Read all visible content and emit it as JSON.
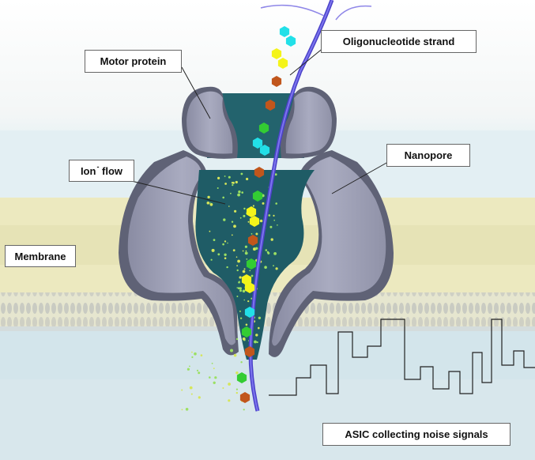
{
  "labels": {
    "motor_protein": "Motor protein",
    "oligonucleotide_strand": "Oligonucleotide strand",
    "nanopore": "Nanopore",
    "ion_flow": "Ion",
    "ion_flow_superscript": "-",
    "ion_flow_suffix": " flow",
    "membrane": "Membrane",
    "asic": "ASIC collecting noise signals"
  },
  "colors": {
    "membrane_band": "#ece9bf",
    "water_band": "#dcebf2",
    "protein_body": "#9ea0b6",
    "protein_dark_rim": "#5c5f74",
    "channel_fill": "#1f5c66",
    "strand": "#5a4fd6",
    "base_cyan": "#22e0e8",
    "base_yellow": "#f4f41a",
    "base_orange": "#c1561c",
    "base_green": "#33cc33",
    "signal_line": "#222222"
  }
}
